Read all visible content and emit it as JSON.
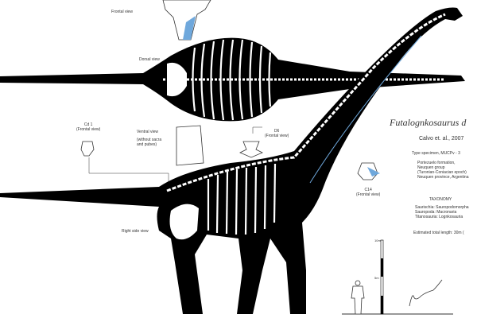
{
  "labels": {
    "frontal_view": "Frontal view",
    "dorsal_view": "Dorsal view",
    "cd1": "Cd 1",
    "cd1_sub": "(Frontal view)",
    "ventral_view": "Ventral view",
    "ventral_sub1": "(without sacra",
    "ventral_sub2": "and pubes)",
    "d6": "D6",
    "d6_sub": "(Frontal view)",
    "c14": "C14",
    "c14_sub": "(Frontal view)",
    "right_side_view": "Right side view"
  },
  "info": {
    "title": "Futalognkosaurus d",
    "citation": "Calvo et. al., 2007",
    "type_specimen": "Type specimen, MUCPv - 3",
    "formation": [
      "Portezuelo formation,",
      "Neuquen group",
      "(Turonian-Coniacian epoch)",
      "Neuquen province, Argentina"
    ],
    "taxonomy_heading": "TAXONOMY",
    "taxonomy": [
      "Saurischia: Sauropodomorpha",
      "Sauropoda: Macronaria",
      "Titanosauria: Lognkosauria"
    ],
    "length": "Estimated total length: 30m ("
  },
  "scale": {
    "top_label": "10m",
    "mid_label": "5m"
  },
  "colors": {
    "silhouette": "#000000",
    "bone": "#ffffff",
    "highlight": "#6fa8dc"
  }
}
